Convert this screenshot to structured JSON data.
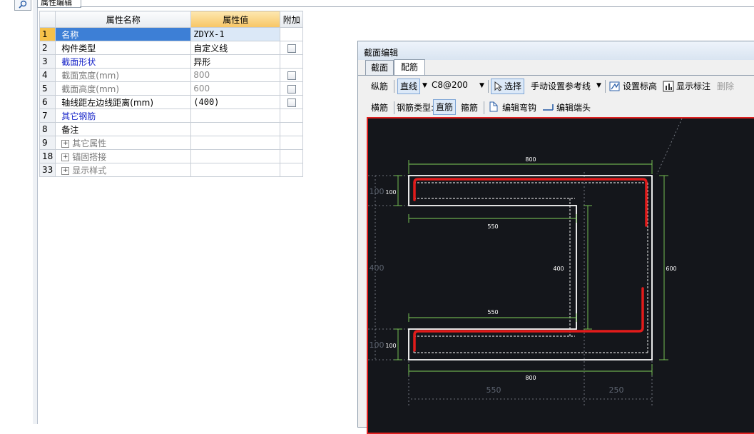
{
  "property_editor": {
    "tab_label": "属性编辑",
    "columns": [
      "属性名称",
      "属性值",
      "附加"
    ],
    "rows": [
      {
        "index": "1",
        "name": "名称",
        "value": "ZDYX-1",
        "style": "selected",
        "checkbox": false
      },
      {
        "index": "2",
        "name": "构件类型",
        "value": "自定义线",
        "style": "normal",
        "checkbox": true
      },
      {
        "index": "3",
        "name": "截面形状",
        "value": "异形",
        "style": "blue",
        "checkbox": false
      },
      {
        "index": "4",
        "name": "截面宽度(mm)",
        "value": "800",
        "style": "gray",
        "checkbox": true
      },
      {
        "index": "5",
        "name": "截面高度(mm)",
        "value": "600",
        "style": "gray",
        "checkbox": true
      },
      {
        "index": "6",
        "name": "轴线距左边线距离(mm)",
        "value": "(400)",
        "style": "normal",
        "checkbox": true
      },
      {
        "index": "7",
        "name": "其它钢筋",
        "value": "",
        "style": "blue",
        "checkbox": false
      },
      {
        "index": "8",
        "name": "备注",
        "value": "",
        "style": "normal",
        "checkbox": false
      },
      {
        "index": "9",
        "name": "其它属性",
        "value": "",
        "style": "group",
        "checkbox": false
      },
      {
        "index": "18",
        "name": "锚固搭接",
        "value": "",
        "style": "group",
        "checkbox": false
      },
      {
        "index": "33",
        "name": "显示样式",
        "value": "",
        "style": "group",
        "checkbox": false
      }
    ]
  },
  "section_editor": {
    "title": "截面编辑",
    "tabs": [
      "截面",
      "配筋"
    ],
    "active_tab": "配筋",
    "toolbar1": {
      "longitudinal": "纵筋",
      "line_mode": "直线",
      "rebar_spec": "C8@200",
      "select": "选择",
      "manual_ref": "手动设置参考线",
      "set_elevation": "设置标高",
      "show_annotation": "显示标注",
      "delete": "删除"
    },
    "toolbar2": {
      "transverse": "横筋",
      "rebar_type_label": "钢筋类型:",
      "straight": "直筋",
      "stirrup": "箍筋",
      "edit_hook": "编辑弯钩",
      "edit_end": "编辑端头"
    },
    "dimensions": {
      "top_width": "800",
      "bottom_width": "800",
      "web_550_top": "550",
      "web_550_bottom": "550",
      "inner_height": "400",
      "total_height": "600",
      "flange_top": "100",
      "flange_bottom": "100",
      "left_100_top": "100",
      "left_100_bottom": "100",
      "left_400": "400",
      "bottom_550": "550",
      "bottom_250": "250"
    },
    "colors": {
      "canvas_bg": "#14161b",
      "rebar": "#e21b1b",
      "dimension": "#7fd05a",
      "outline": "#ffffff"
    }
  }
}
